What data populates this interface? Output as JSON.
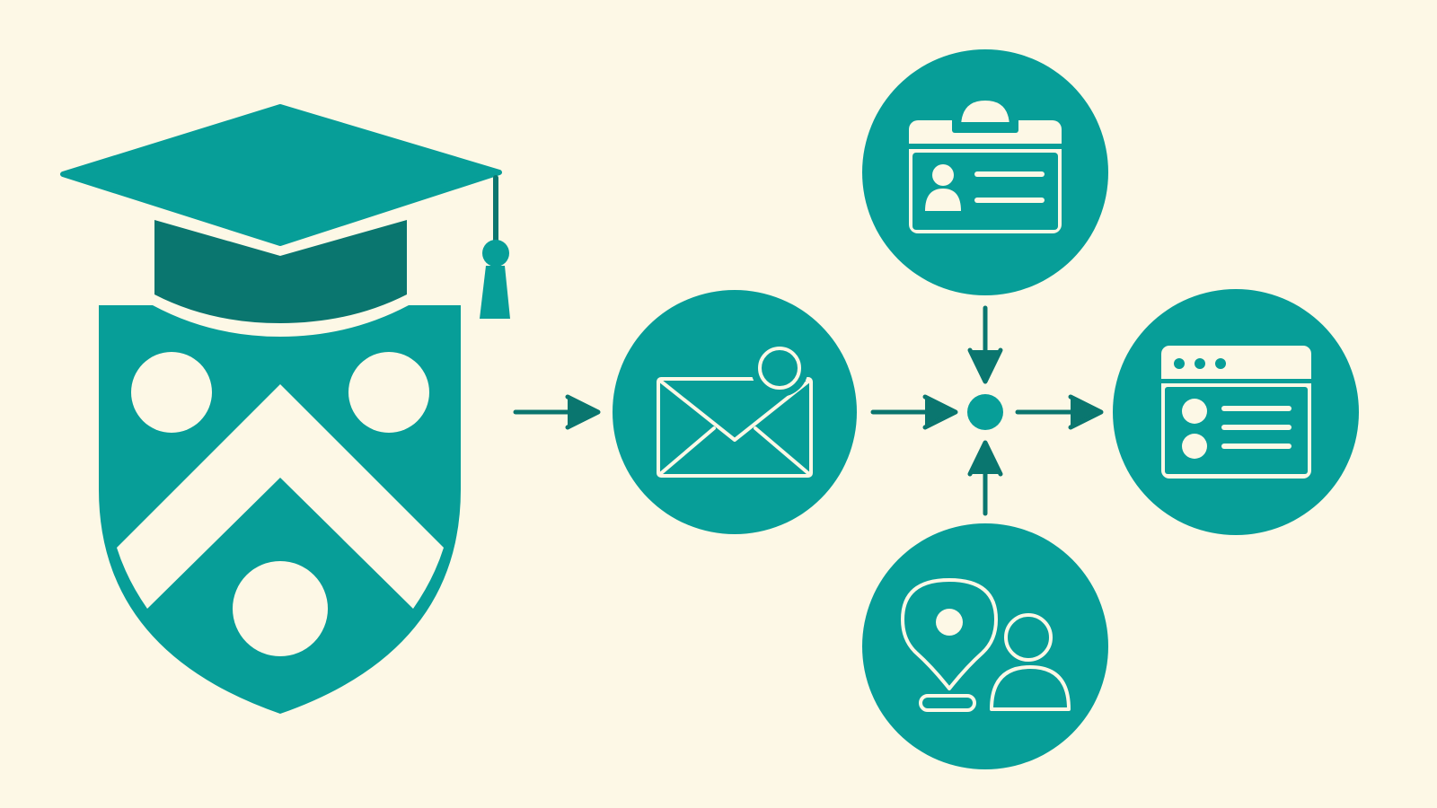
{
  "colors": {
    "background": "#fdf8e6",
    "teal": "#079e98",
    "teal_dark": "#0a766f",
    "light": "#fdf8e6"
  },
  "nodes": [
    {
      "id": "crest",
      "icon": "graduation-crest-icon"
    },
    {
      "id": "email",
      "icon": "email-chat-icon"
    },
    {
      "id": "hub",
      "icon": "junction-dot-icon"
    },
    {
      "id": "id-card",
      "icon": "id-badge-icon"
    },
    {
      "id": "location-user",
      "icon": "location-user-icon"
    },
    {
      "id": "browser-list",
      "icon": "browser-list-icon"
    }
  ],
  "edges": [
    {
      "from": "crest",
      "to": "email"
    },
    {
      "from": "email",
      "to": "hub"
    },
    {
      "from": "id-card",
      "to": "hub"
    },
    {
      "from": "location-user",
      "to": "hub"
    },
    {
      "from": "hub",
      "to": "browser-list"
    }
  ]
}
